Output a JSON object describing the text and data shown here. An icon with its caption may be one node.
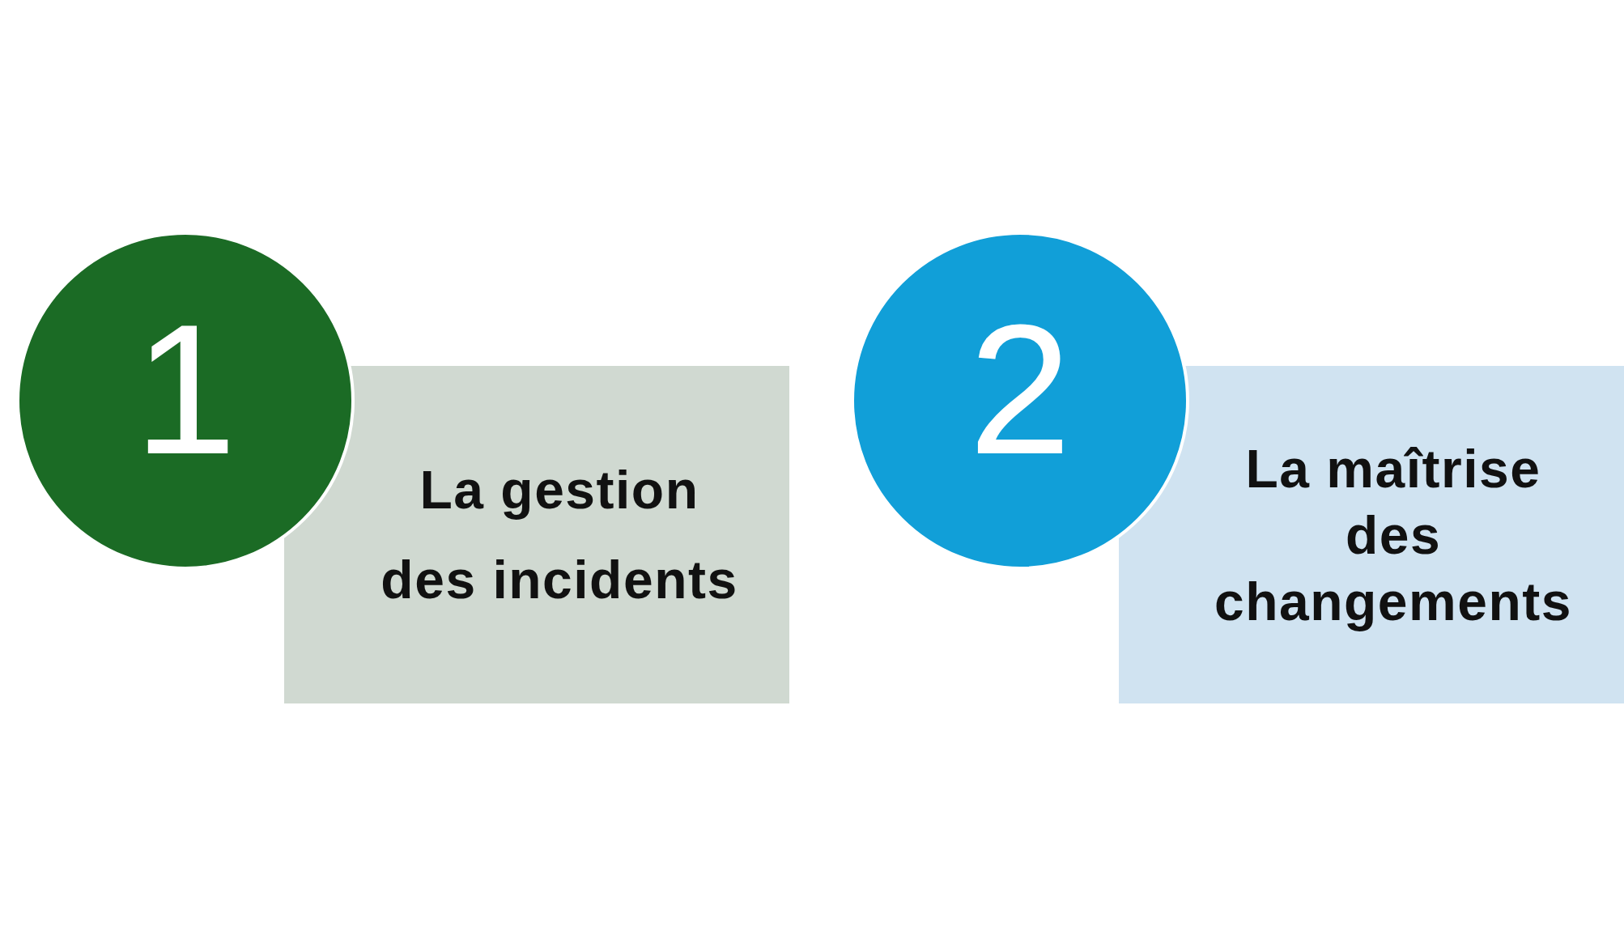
{
  "diagram": {
    "nodes": [
      {
        "text": [
          "1"
        ]
      },
      {
        "text": [
          "La gestion des incidents"
        ]
      },
      {
        "text": [
          "2"
        ]
      },
      {
        "text": [
          "La maîtrise des changements"
        ]
      }
    ]
  }
}
